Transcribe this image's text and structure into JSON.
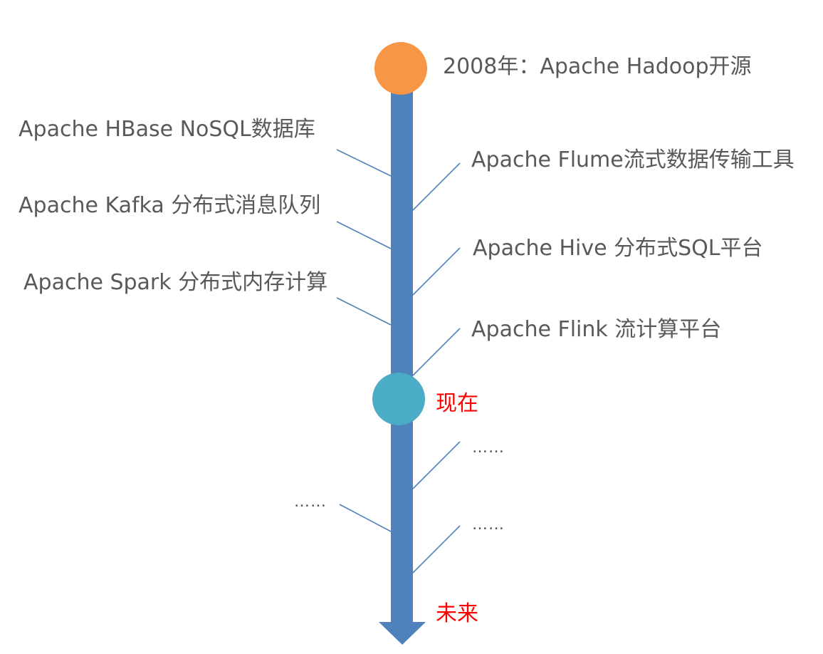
{
  "colors": {
    "axis": "#4f81bd",
    "start_node": "#f79646",
    "now_node": "#4bacc6",
    "connector": "#4f81bd",
    "text": "#595959",
    "highlight_text": "#ff0000"
  },
  "timeline": {
    "start_label": "2008年：Apache Hadoop开源",
    "now_label": "现在",
    "future_label": "未来",
    "left_events": [
      "Apache HBase NoSQL数据库",
      "Apache Kafka 分布式消息队列",
      "Apache Spark 分布式内存计算",
      "……"
    ],
    "right_events": [
      "Apache Flume流式数据传输工具",
      "Apache Hive 分布式SQL平台",
      "Apache Flink 流计算平台",
      "……",
      "……"
    ]
  }
}
